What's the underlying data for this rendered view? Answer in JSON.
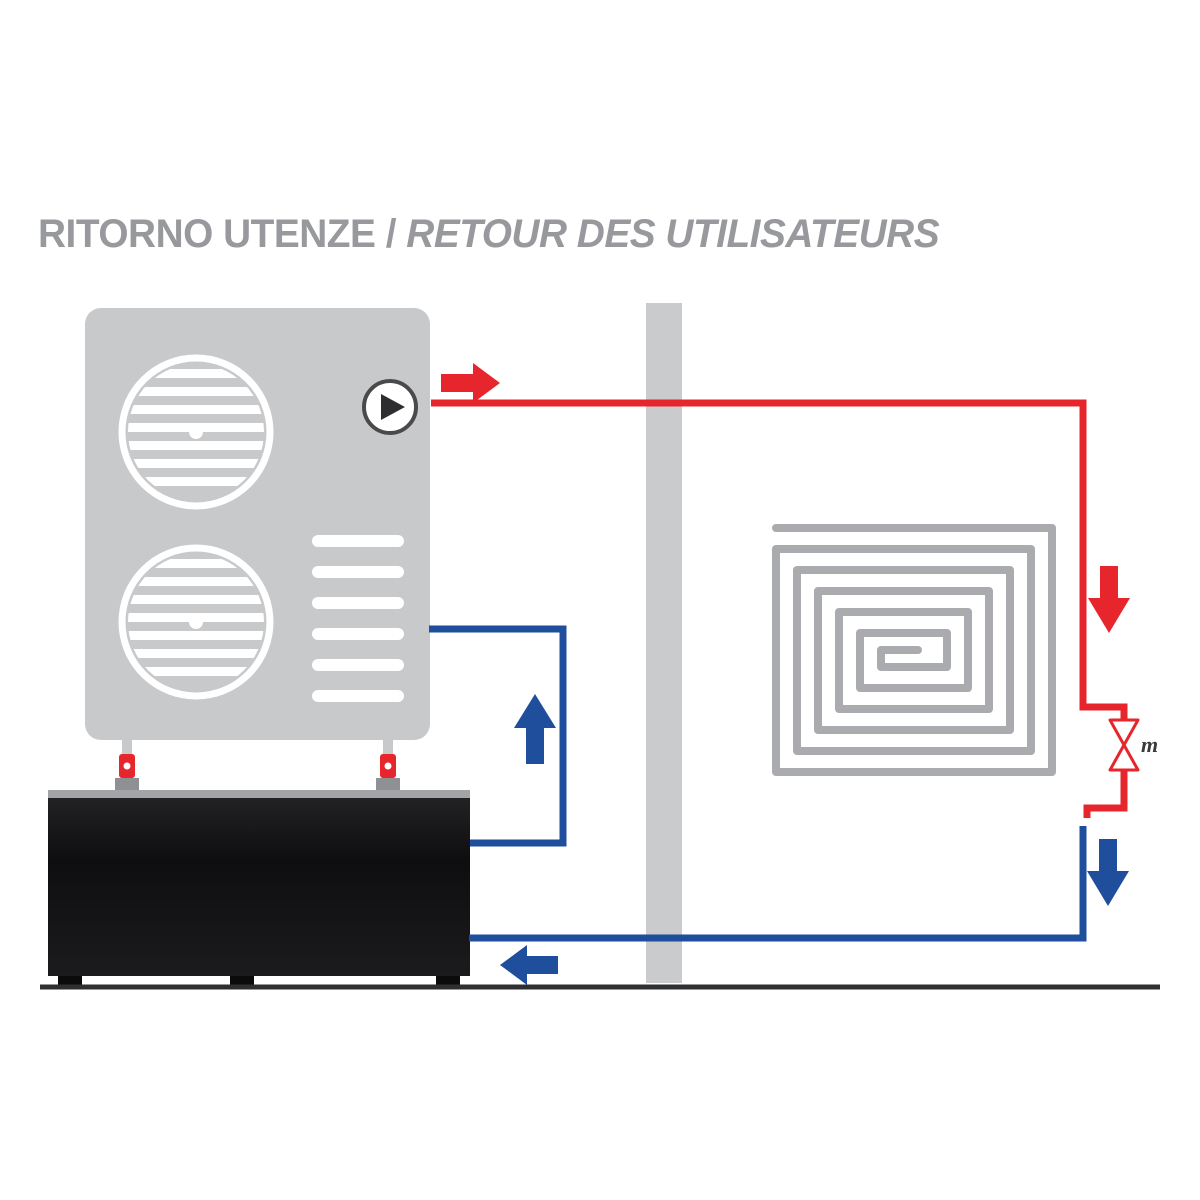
{
  "title": {
    "italian": "RITORNO UTENZE",
    "separator": " / ",
    "french": "RETOUR DES UTILISATEURS"
  },
  "valve": {
    "actuator_label": "m"
  },
  "colors": {
    "supply": "#E6262C",
    "return_line": "#1E4E9C",
    "unit_body": "#C7C9CB",
    "wall": "#C9CBCD",
    "coil": "#A9ABAE",
    "title_text": "#97999C",
    "ground": "#2F2F31",
    "tank_dark": "#131315",
    "pump_outline": "#4A4A4C"
  },
  "icons": {
    "fan": "circular-fan-grille",
    "pump": "circle-with-right-triangle",
    "valve": "bowtie-two-way-valve",
    "flow_arrow": "block-arrow",
    "coil": "rectangular-spiral-floor-heating"
  }
}
